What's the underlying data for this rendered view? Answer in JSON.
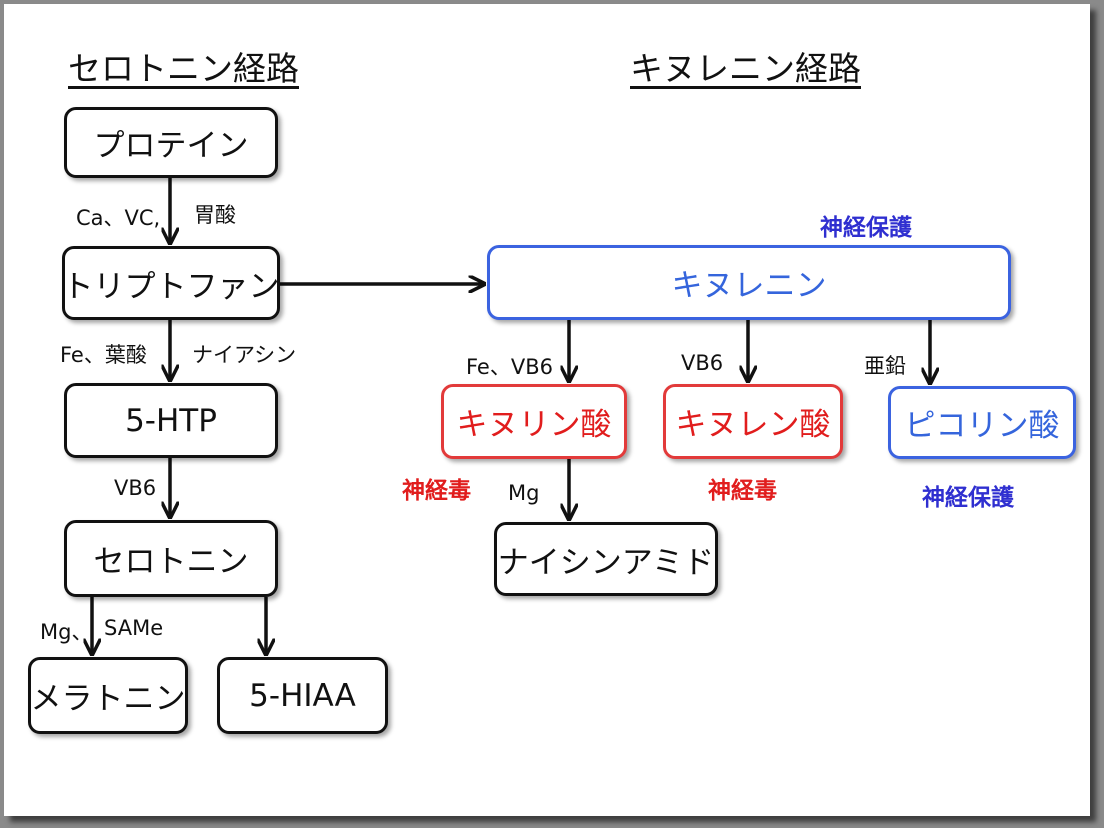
{
  "titles": {
    "serotonin_pathway": "セロトニン経路",
    "kynurenine_pathway": "キヌレニン経路"
  },
  "nodes": {
    "protein": "プロテイン",
    "tryptophan": "トリプトファン",
    "htp5": "5-HTP",
    "serotonin": "セロトニン",
    "melatonin": "メラトニン",
    "hiaa5": "5-HIAA",
    "kynurenine": "キヌレニン",
    "kynurenic_acid": "キヌリン酸",
    "kynurenine_acid": "キヌレン酸",
    "picolinic_acid": "ピコリン酸",
    "nicotinamide": "ナイシンアミド"
  },
  "cofactors": {
    "protein_to_tryptophan_left": "Ca、VC,",
    "protein_to_tryptophan_right": "胃酸",
    "tryptophan_to_htp_left": "Fe、葉酸",
    "tryptophan_to_htp_right": "ナイアシン",
    "htp_to_serotonin": "VB6",
    "serotonin_to_melatonin_left": "Mg、",
    "serotonin_to_melatonin_right": "SAMe",
    "kyn_to_kynurenic": "Fe、VB6",
    "kyn_to_kynurenine_acid": "VB6",
    "kyn_to_picolinic": "亜鉛",
    "kynurenic_to_nicotinamide": "Mg"
  },
  "notes": {
    "kynurenine_effect": "神経保護",
    "kynurenic_effect": "神経毒",
    "kynurenine_acid_effect": "神経毒",
    "picolinic_effect": "神経保護"
  },
  "colors": {
    "protective_box": "#3b63e0",
    "protective_text": "#2f2fd0",
    "toxic": "#e11d1d",
    "default": "#111111"
  }
}
